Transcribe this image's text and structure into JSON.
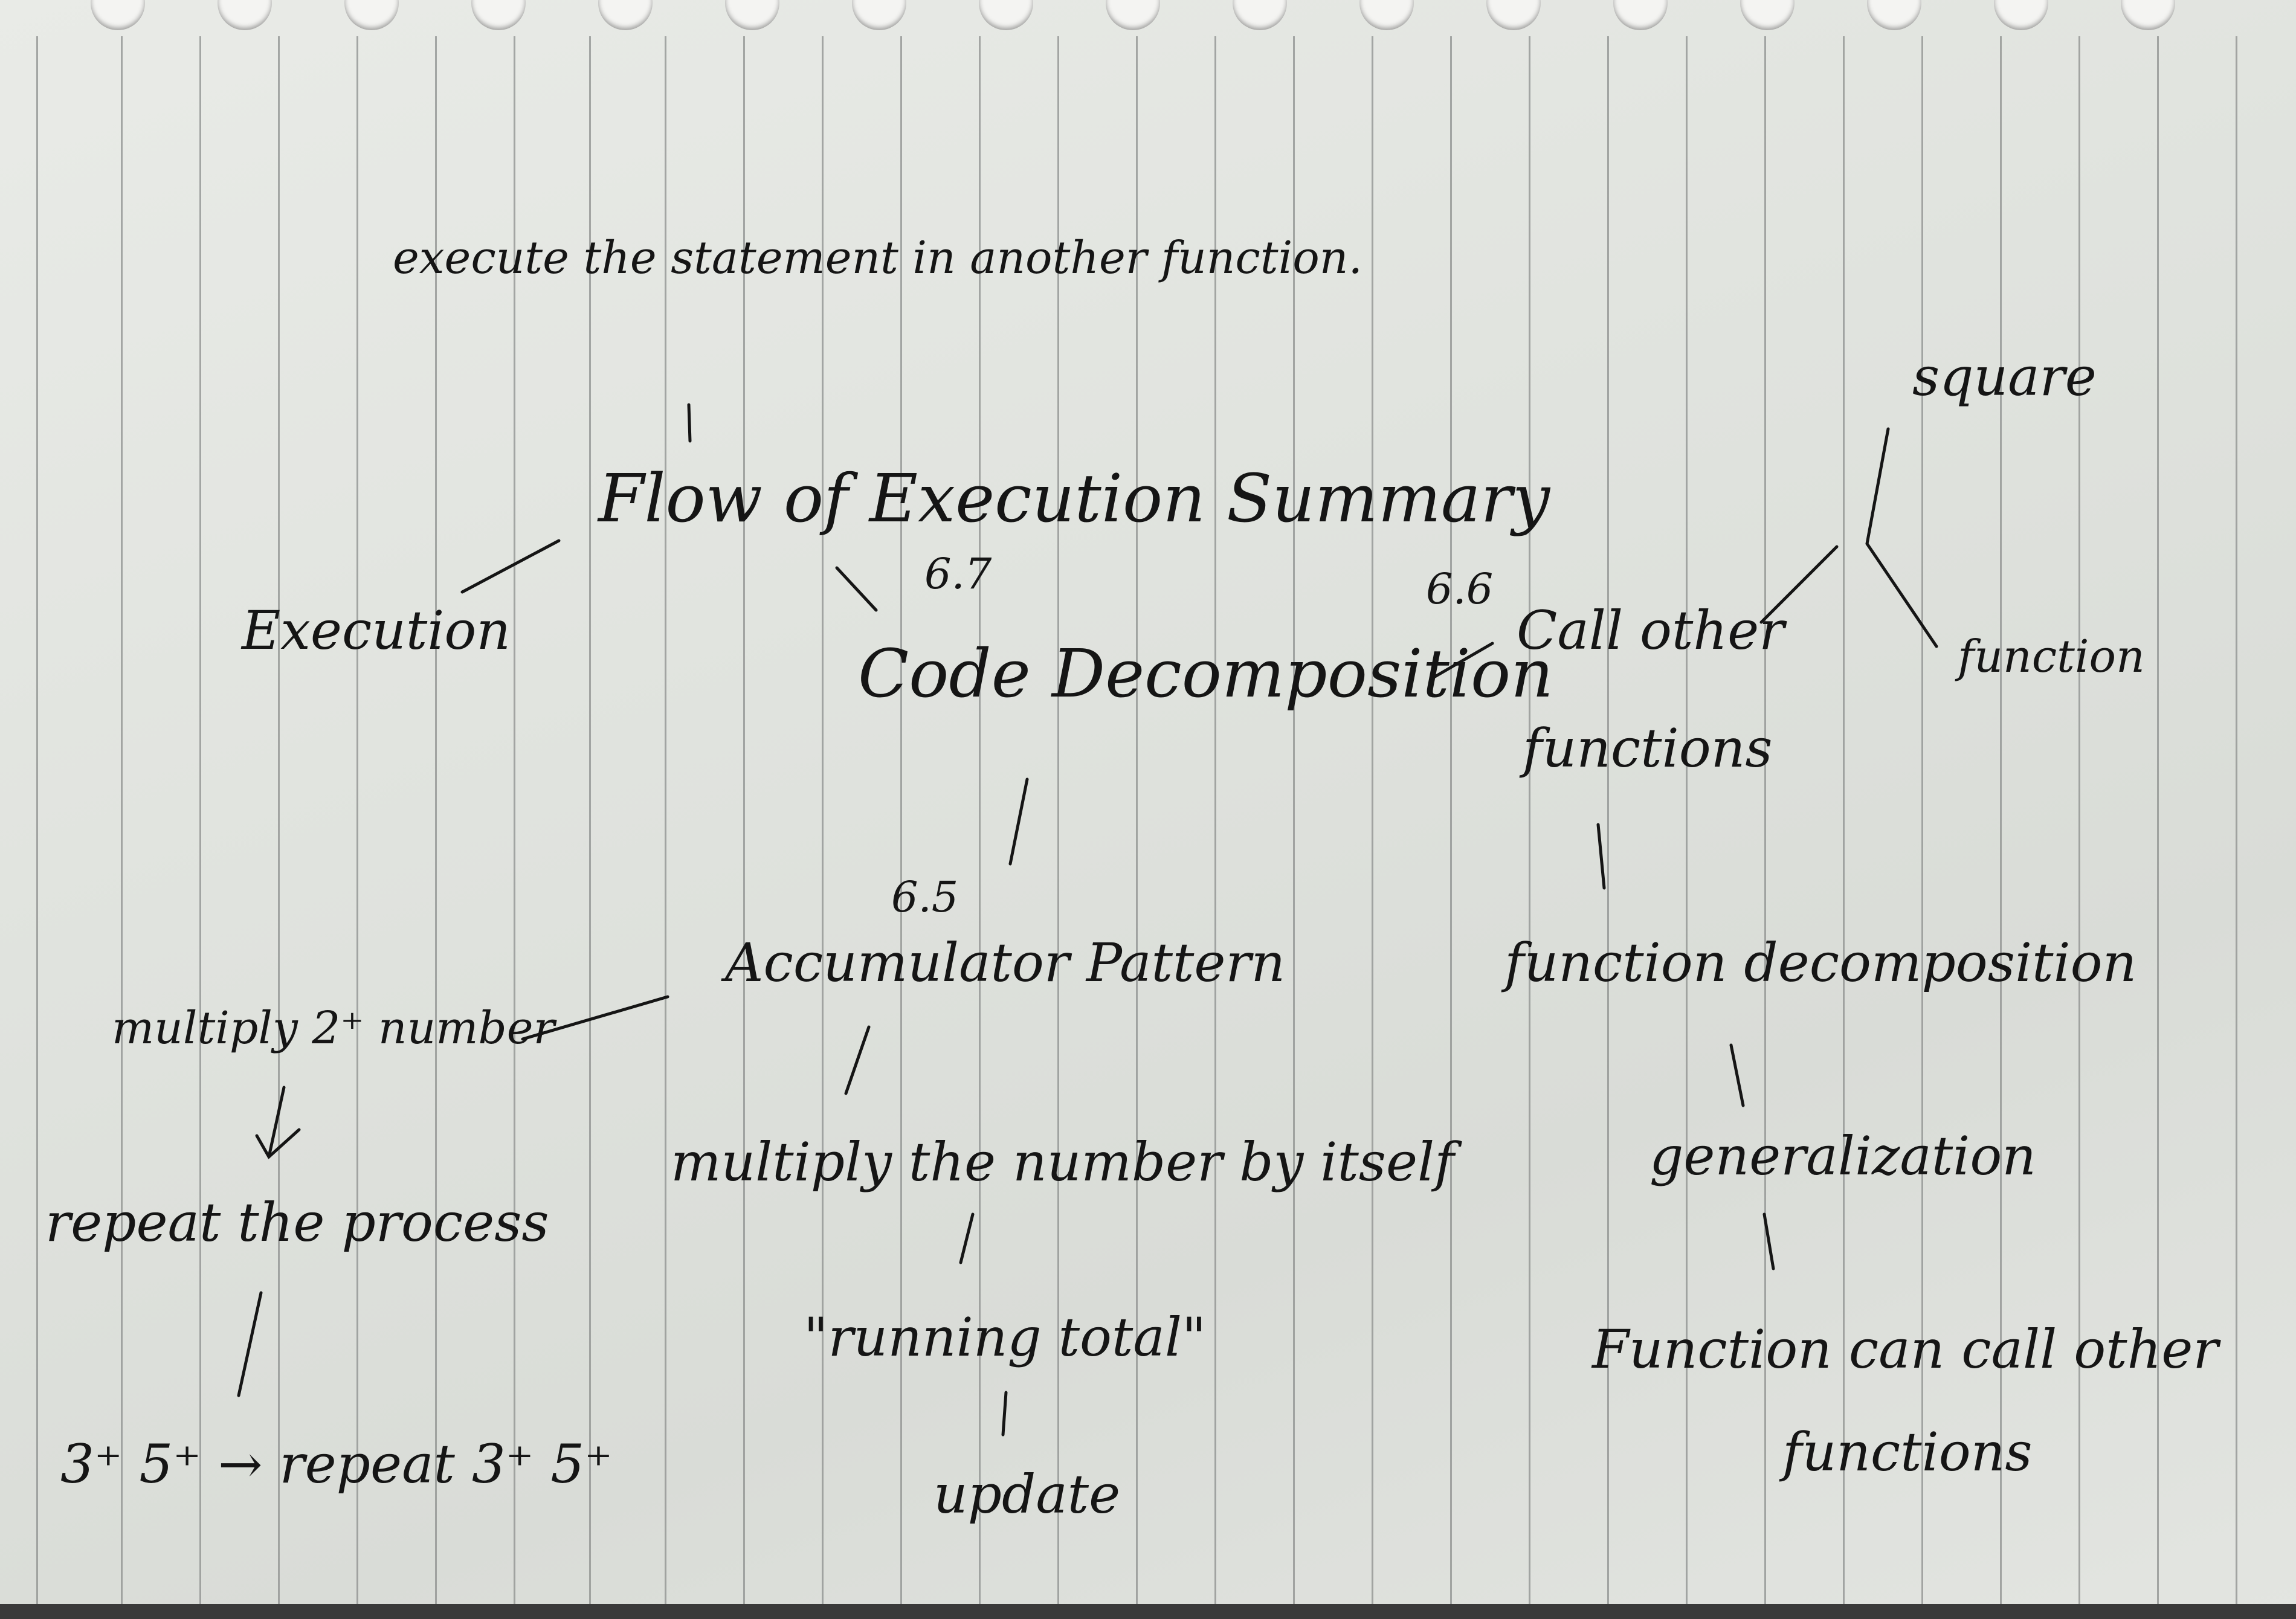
{
  "notebook": {
    "nodes": {
      "execute_statement": "execute the statement in another function.",
      "flow_of_execution": "Flow of Execution Summary",
      "execution": "Execution",
      "section_6_7": "6.7",
      "code_decomposition": "Code Decomposition",
      "section_6_6": "6.6",
      "call_other_functions_line1": "Call other",
      "call_other_functions_line2": "functions",
      "square": "square",
      "function": "function",
      "section_6_5": "6.5",
      "accumulator_pattern": "Accumulator Pattern",
      "function_decomposition": "function decomposition",
      "multiply_2": "multiply 2⁺ number",
      "multiply_itself": "multiply the number by itself",
      "generalization": "generalization",
      "repeat_process": "repeat the process",
      "running_total": "\"running total\"",
      "function_can_call_line1": "Function can call other",
      "function_can_call_line2": "functions",
      "repeat_example": "3⁺ 5⁺ → repeat 3⁺ 5⁺",
      "update": "update"
    }
  }
}
